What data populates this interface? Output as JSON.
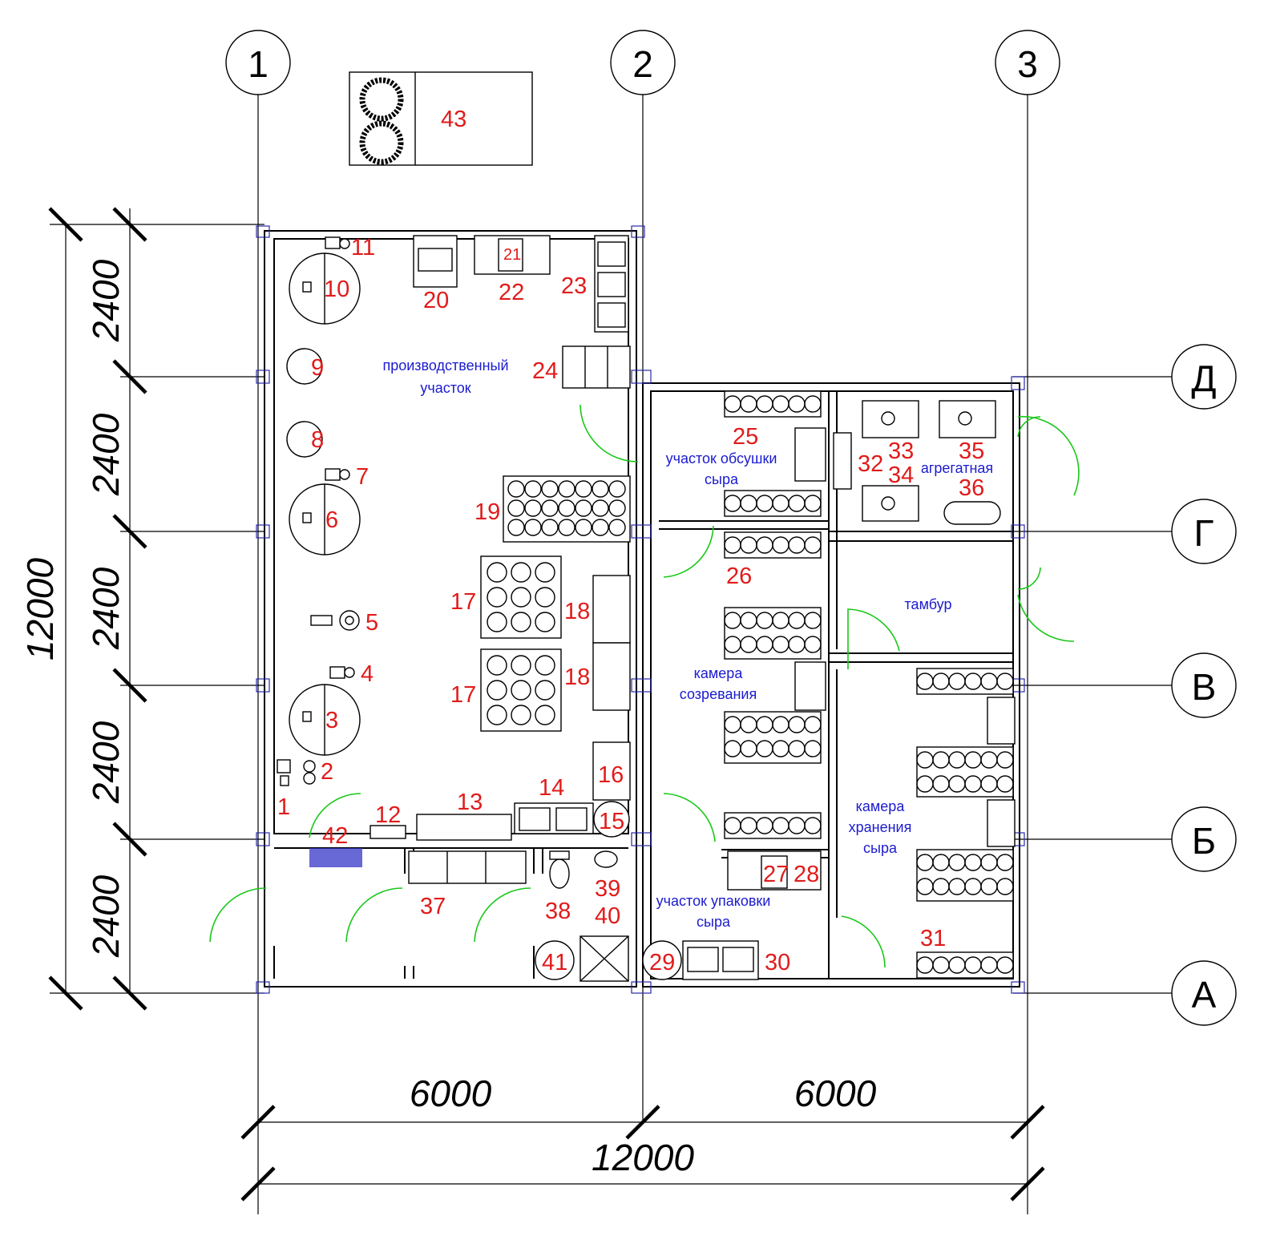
{
  "axes": {
    "columns": [
      "1",
      "2",
      "3"
    ],
    "rows": [
      "Д",
      "Г",
      "В",
      "Б",
      "А"
    ]
  },
  "dimensions": {
    "bottom": [
      "6000",
      "6000"
    ],
    "total_bottom": "12000",
    "left": [
      "2400",
      "2400",
      "2400",
      "2400",
      "2400"
    ],
    "total_left": "12000"
  },
  "rooms": {
    "production": [
      "производственный",
      "участок"
    ],
    "drying": [
      "участок обсушки",
      "сыра"
    ],
    "machine": "агрегатная",
    "vestibule": "тамбур",
    "ripening": [
      "камера",
      "созревания"
    ],
    "storage": [
      "камера",
      "хранения",
      "сыра"
    ],
    "packing": [
      "участок упаковки",
      "сыра"
    ]
  },
  "equipment_labels": {
    "n1": "1",
    "n2": "2",
    "n3": "3",
    "n4": "4",
    "n5": "5",
    "n6": "6",
    "n7": "7",
    "n8": "8",
    "n9": "9",
    "n10": "10",
    "n11": "11",
    "n12": "12",
    "n13": "13",
    "n14": "14",
    "n15": "15",
    "n16": "16",
    "n17a": "17",
    "n17b": "17",
    "n18a": "18",
    "n18b": "18",
    "n19": "19",
    "n20": "20",
    "n21": "21",
    "n22": "22",
    "n23": "23",
    "n24": "24",
    "n25": "25",
    "n26": "26",
    "n27": "27",
    "n28": "28",
    "n29": "29",
    "n30": "30",
    "n31": "31",
    "n32": "32",
    "n33": "33",
    "n34": "34",
    "n35": "35",
    "n36": "36",
    "n37": "37",
    "n38": "38",
    "n39": "39",
    "n40": "40",
    "n41": "41",
    "n42": "42",
    "n43": "43"
  },
  "colors": {
    "walls": "#000000",
    "equipment_numbers": "#e11b1b",
    "room_labels": "#1b1bd0",
    "door_swings": "#19c819",
    "column_marks": "#2a2aa8"
  }
}
